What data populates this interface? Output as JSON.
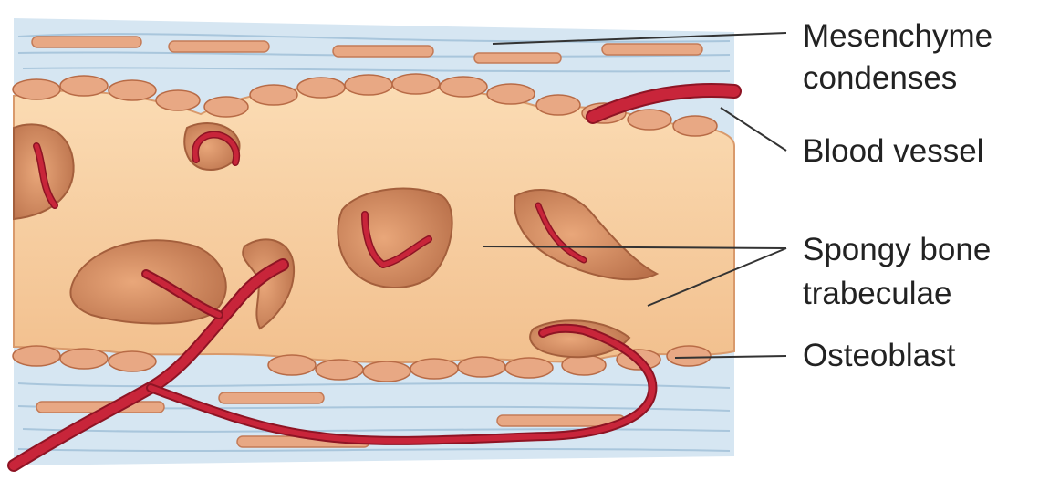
{
  "labels": {
    "mesenchyme_line1": "Mesenchyme",
    "mesenchyme_line2": "condenses",
    "blood_vessel": "Blood vessel",
    "spongy_line1": "Spongy bone",
    "spongy_line2": "trabeculae",
    "osteoblast": "Osteoblast"
  },
  "colors": {
    "mesenchyme": "#d6e6f2",
    "mesenchyme_streak": "#a9c6dc",
    "bone": "#f7cfa0",
    "bone_edge": "#d99a6c",
    "cavity": "#d18b62",
    "osteoblast": "#e8a884",
    "vessel": "#c8253a",
    "vessel_dark": "#8e1424",
    "leader": "#333333"
  }
}
